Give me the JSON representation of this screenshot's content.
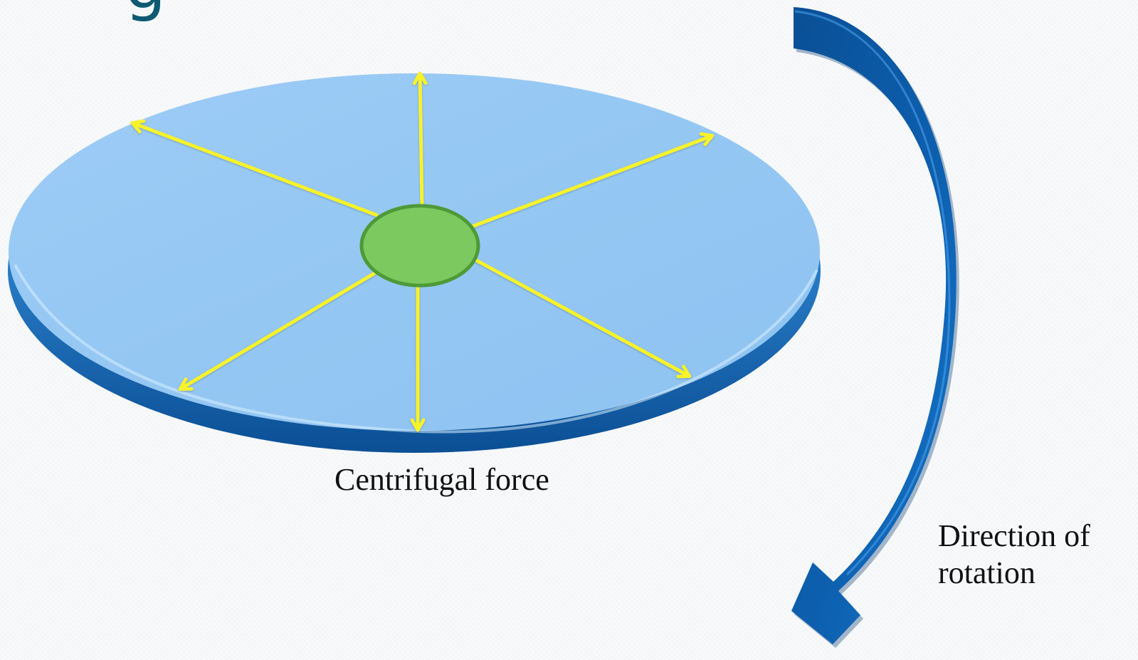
{
  "slide": {
    "title_fragment": "g"
  },
  "labels": {
    "centrifugal_force": "Centrifugal force",
    "direction_line_1": "Direction of",
    "direction_line_2": "rotation"
  },
  "colors": {
    "disc_top": "#93c6f3",
    "disc_edge": "#1c64aa",
    "center_fill": "#7cc95f",
    "center_stroke": "#4e9a38",
    "force_arrows": "#f7f22b",
    "rotation_arrow": "#0d5aa7",
    "title": "#0e5a73"
  },
  "icons": {
    "force_arrow": "yellow-arrow-icon",
    "rotation_arrow": "curved-rotation-arrow-icon"
  }
}
